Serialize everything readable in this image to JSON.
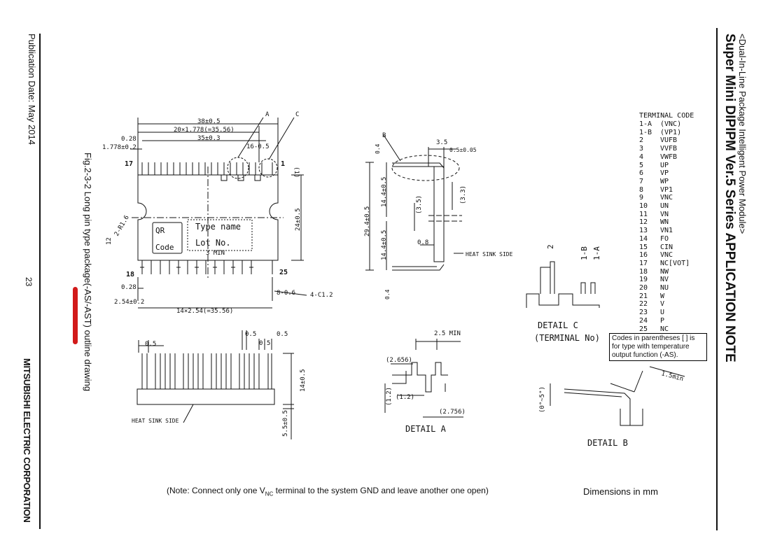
{
  "header": {
    "subtitle": "<Dual-In-Line Package Intelligent Power Module>",
    "title": "Super Mini DIPIPM Ver.5 Series APPLICATION NOTE"
  },
  "footer": {
    "publication_date": "Publication Date: May 2014",
    "company": "MITSUBISHI ELECTRIC CORPORATION",
    "page_number": "23"
  },
  "figure": {
    "caption": "Fig.2-3-2 Long pin type package(-AS/-AST) outline drawing"
  },
  "drawing": {
    "top_view": {
      "dim_overall": "38±0.5",
      "dim_pitch_17": "20×1.778(=35.56)",
      "dim_35": "35±0.3",
      "dim_028_top": "0.28",
      "dim_1778": "1.778±0.2",
      "dim_16": "16-0.5",
      "label_a": "A",
      "label_c": "C",
      "pin_17": "17",
      "pin_1": "1",
      "dim_1": "(1)",
      "dim_r16": "2-R1.6",
      "dim_12": "12",
      "dim_24": "24±0.5",
      "qr": "QR",
      "code": "Code",
      "type_name": "Type name",
      "lot_no": "Lot No.",
      "dim_3min": "3 MIN",
      "pin_18": "18",
      "pin_25": "25",
      "dim_028_bot": "0.28",
      "dim_254": "2.54±0.2",
      "dim_8": "8-0.6",
      "dim_c12": "4-C1.2",
      "dim_pitch_14": "14×2.54(=35.56)"
    },
    "side_view": {
      "label_b": "B",
      "dim_35": "3.5",
      "dim_05": "0.5±0.05",
      "dim_04_top": "0.4",
      "dim_294": "29.4±0.5",
      "dim_144_top": "14.4±0.5",
      "dim_144_bot": "14.4±0.5",
      "dim_35p": "(3.5)",
      "dim_33p": "(3.3)",
      "dim_08": "0.8",
      "heat_sink_side": "HEAT SINK SIDE",
      "dim_04_bot": "0.4"
    },
    "bottom_view": {
      "dim_05a": "0.5",
      "dim_05b": "0.5",
      "dim_05c": "0.5",
      "dim_05d": "0.5",
      "dim_14": "14±0.5",
      "dim_55": "5.5±0.5",
      "heat_sink_side": "HEAT SINK SIDE"
    },
    "detail_a": {
      "dim_25min": "2.5 MIN",
      "dim_2656": "(2.656)",
      "dim_12a": "(1.2)",
      "dim_12b": "(1.2)",
      "dim_2756": "(2.756)",
      "title": "DETAIL A"
    },
    "detail_c": {
      "pin_2": "2",
      "pin_1b": "1-B",
      "pin_1a": "1-A",
      "title": "DETAIL C",
      "subtitle": "(TERMINAL No)"
    },
    "detail_b": {
      "angle": "(0°~5°)",
      "dim_15": "1.5min",
      "title": "DETAIL B"
    }
  },
  "terminal_code": {
    "title": "TERMINAL CODE",
    "rows": [
      {
        "no": "1-A",
        "name": "(VNC)"
      },
      {
        "no": "1-B",
        "name": "(VP1)"
      },
      {
        "no": "2",
        "name": "VUFB"
      },
      {
        "no": "3",
        "name": "VVFB"
      },
      {
        "no": "4",
        "name": "VWFB"
      },
      {
        "no": "5",
        "name": "UP"
      },
      {
        "no": "6",
        "name": "VP"
      },
      {
        "no": "7",
        "name": "WP"
      },
      {
        "no": "8",
        "name": "VP1"
      },
      {
        "no": "9",
        "name": "VNC"
      },
      {
        "no": "10",
        "name": "UN"
      },
      {
        "no": "11",
        "name": "VN"
      },
      {
        "no": "12",
        "name": "WN"
      },
      {
        "no": "13",
        "name": "VN1"
      },
      {
        "no": "14",
        "name": "FO"
      },
      {
        "no": "15",
        "name": "CIN"
      },
      {
        "no": "16",
        "name": "VNC"
      },
      {
        "no": "17",
        "name": "NC[VOT]"
      },
      {
        "no": "18",
        "name": "NW"
      },
      {
        "no": "19",
        "name": "NV"
      },
      {
        "no": "20",
        "name": "NU"
      },
      {
        "no": "21",
        "name": "W"
      },
      {
        "no": "22",
        "name": "V"
      },
      {
        "no": "23",
        "name": "U"
      },
      {
        "no": "24",
        "name": "P"
      },
      {
        "no": "25",
        "name": "NC"
      }
    ]
  },
  "codes_note": "Codes in parentheses [ ] is for type with temperature output function (-AS).",
  "bottom_note": {
    "prefix": "(Note: Connect only one V",
    "sub": "NC",
    "suffix": " terminal to the system GND and leave another one open)"
  },
  "dimensions_note": "Dimensions in mm",
  "colors": {
    "ink": "#111111",
    "annotation_mark": "#d21a1a"
  }
}
